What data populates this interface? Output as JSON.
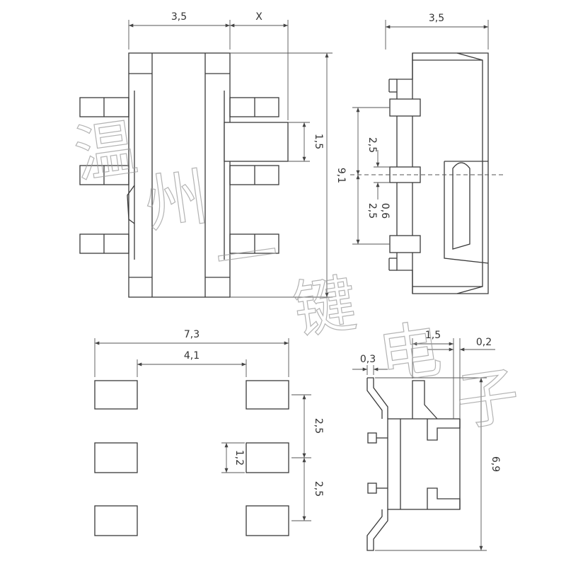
{
  "dimensions": {
    "top_width": "3,5",
    "top_x": "X",
    "lever_height": "1,5",
    "total_height": "9,1",
    "side_width": "3,5",
    "pin_pitch_upper": "2,5",
    "pin_pitch_lower": "2,5",
    "pin_width": "0,6",
    "pad_span_outer": "7,3",
    "pad_span_inner": "4,1",
    "pad_pitch_upper": "2,5",
    "pad_pitch_lower": "2,5",
    "pad_height": "1,2",
    "front_lever_width": "1,5",
    "front_lever_offset": "0,2",
    "front_lead_thickness": "0,3",
    "front_height": "6,9"
  },
  "watermark": {
    "chars": [
      "温",
      "州",
      "一",
      "键",
      "电",
      "子"
    ]
  }
}
